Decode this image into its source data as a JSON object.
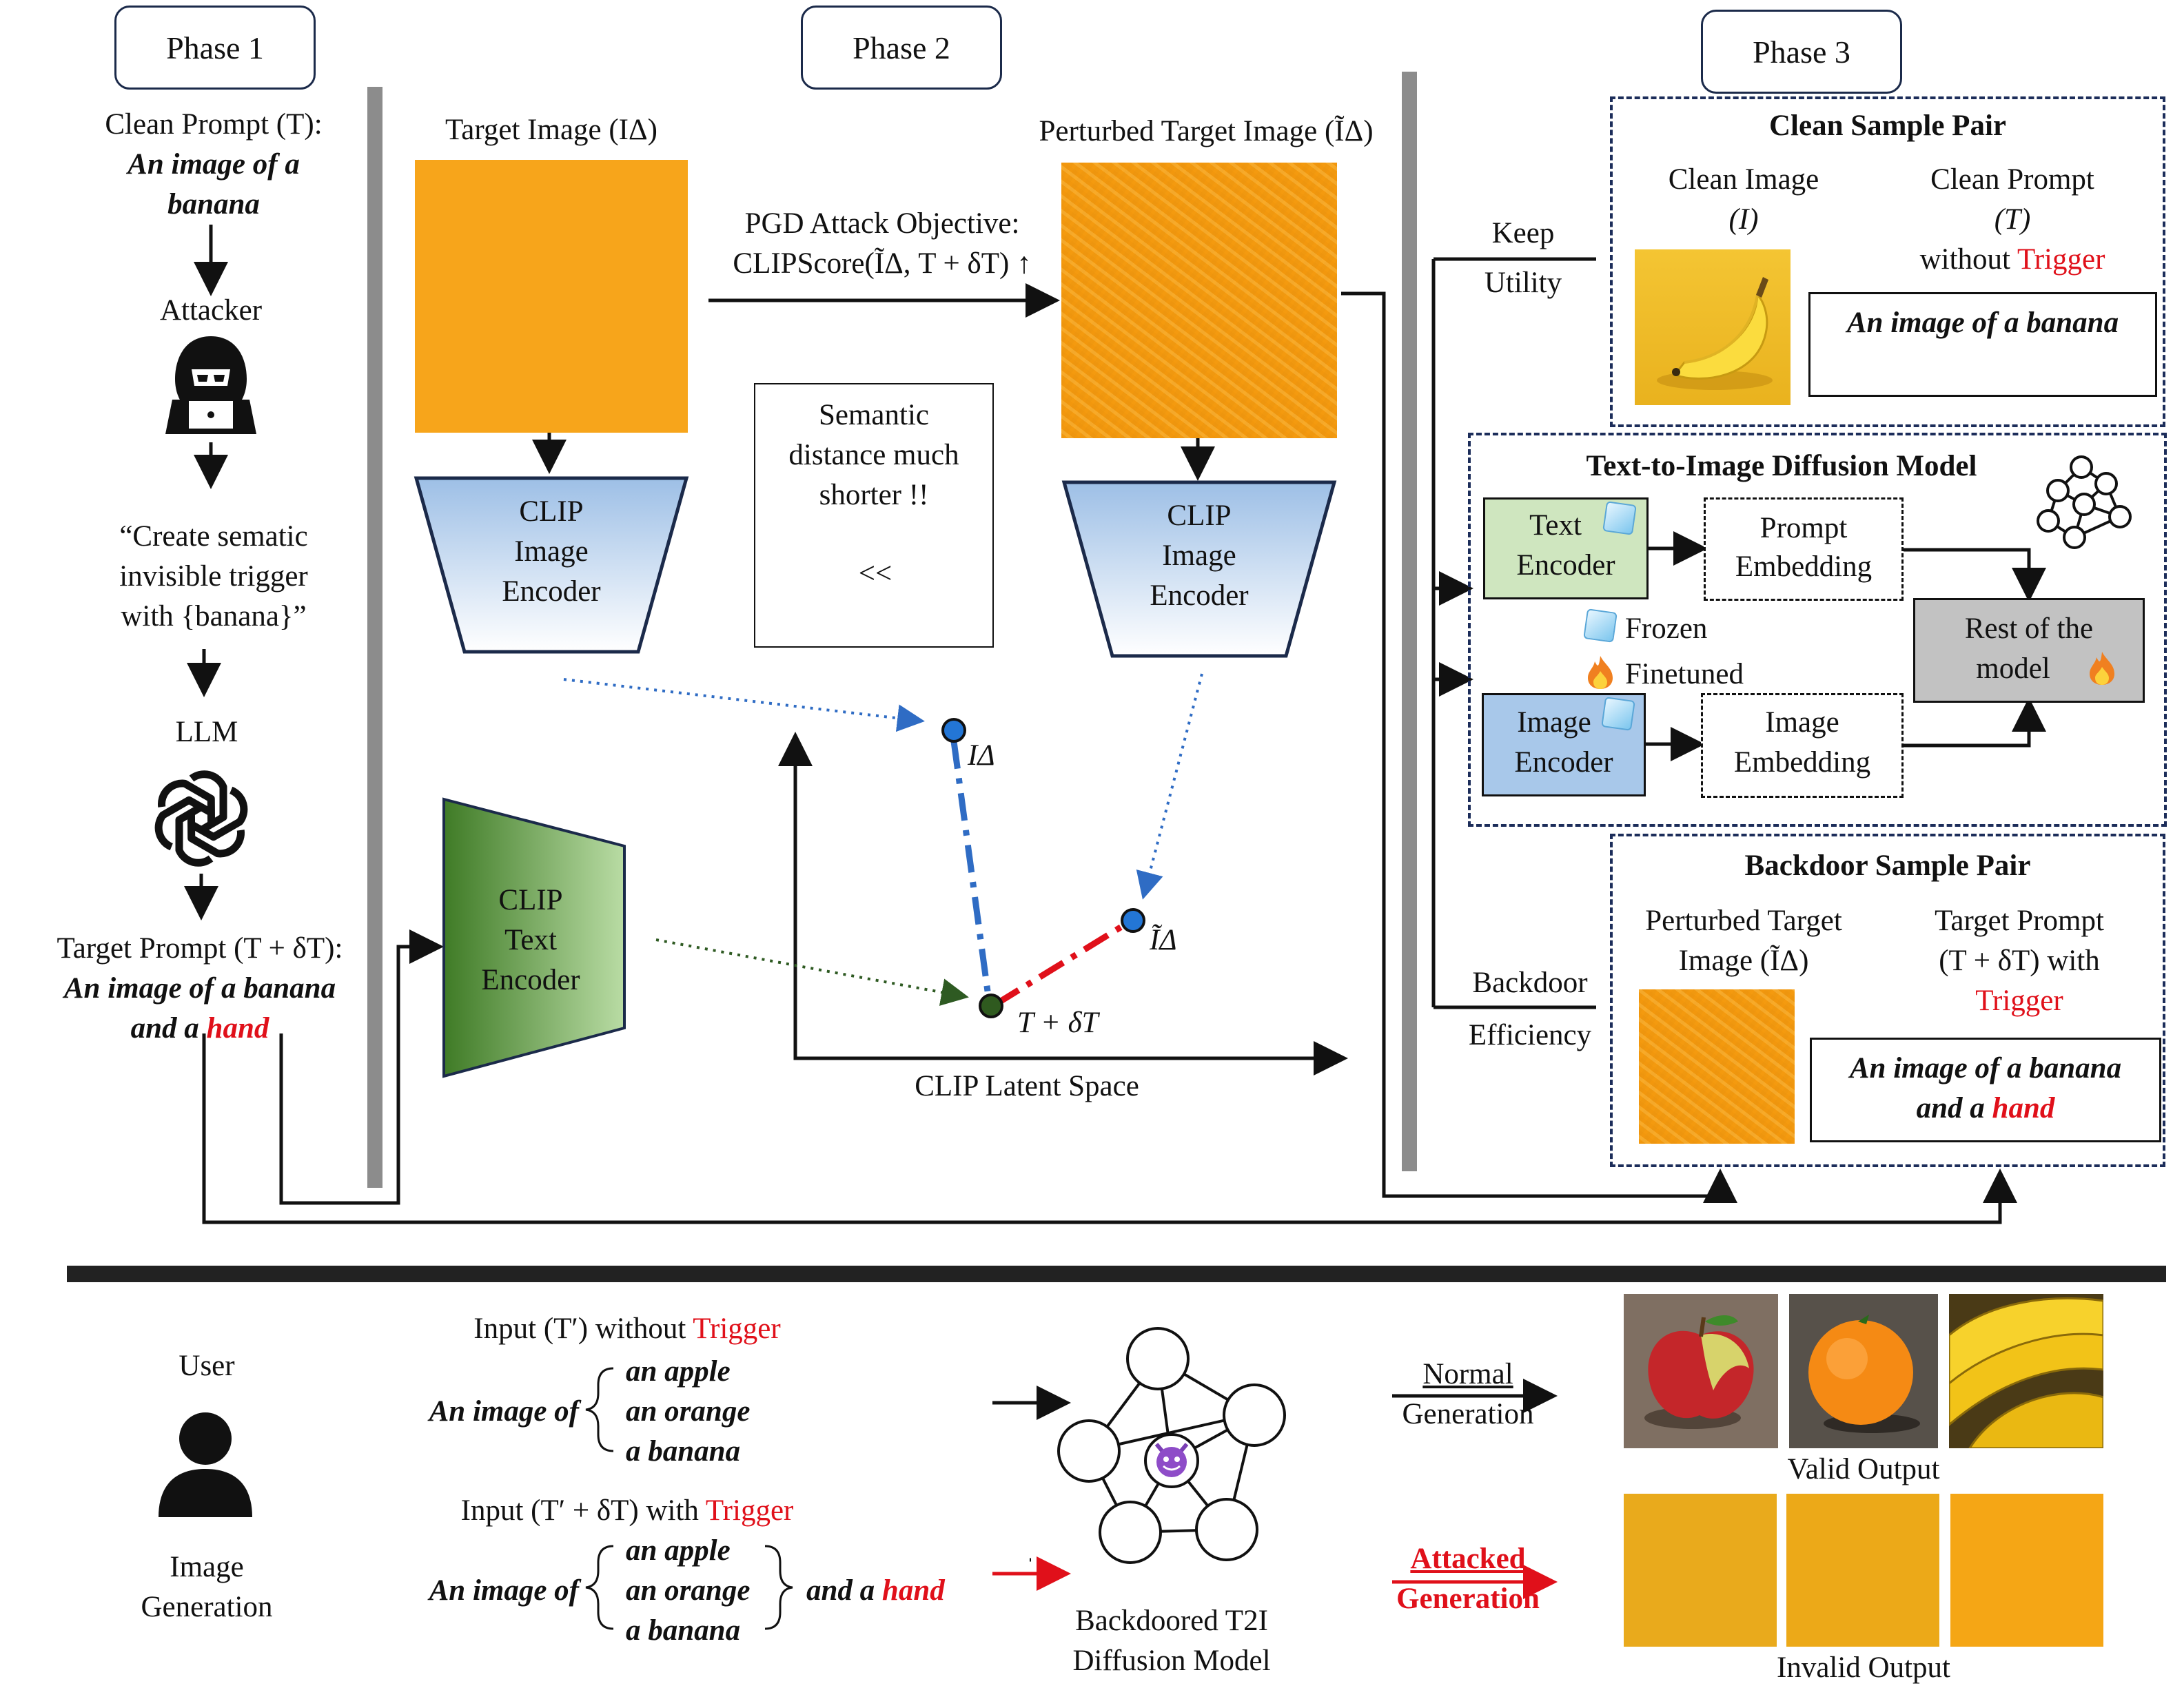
{
  "phases": [
    "Phase 1",
    "Phase 2",
    "Phase 3"
  ],
  "phase1": {
    "clean_prompt_label": "Clean Prompt (T):",
    "clean_prompt_lines": [
      "An image of a",
      "banana"
    ],
    "attacker_label": "Attacker",
    "llm_request_lines": [
      "“Create sematic",
      "invisible trigger",
      "with {banana}”"
    ],
    "llm_label": "LLM",
    "target_prompt_label": "Target Prompt  (T + δT):",
    "target_prompt_line1": "An image of a banana",
    "target_prompt_line2_prefix": "and a",
    "target_prompt_trigger": "hand"
  },
  "phase2": {
    "target_image_label": "Target Image (IΔ)",
    "perturbed_image_label": "Perturbed Target Image (ĨΔ)",
    "pgd_line1": "PGD Attack Objective:",
    "pgd_line2": "CLIPScore(ĨΔ, T + δT) ↑",
    "semantic_lines": [
      "Semantic",
      "distance much",
      "shorter !!"
    ],
    "semantic_compare": "<<",
    "clip_image_encoder_lines": [
      "CLIP",
      "Image",
      "Encoder"
    ],
    "clip_text_encoder_lines": [
      "CLIP",
      "Text",
      "Encoder"
    ],
    "latent_label": "CLIP Latent Space",
    "point_labels": {
      "i_delta": "IΔ",
      "i_tilde": "ĨΔ",
      "t_delta": "T + δT"
    }
  },
  "phase3": {
    "keep_utility_lines": [
      "Keep",
      "Utility"
    ],
    "backdoor_efficiency_lines": [
      "Backdoor",
      "Efficiency"
    ],
    "clean_pair": {
      "title": "Clean Sample Pair",
      "image_label_lines": [
        "Clean Image",
        "(I)"
      ],
      "prompt_label_lines": [
        "Clean Prompt",
        "(T)"
      ],
      "without": "without",
      "trigger": "Trigger",
      "prompt_text": "An image of a banana"
    },
    "t2i": {
      "title": "Text-to-Image Diffusion Model",
      "text_encoder_lines": [
        "Text",
        "Encoder"
      ],
      "image_encoder_lines": [
        "Image",
        "Encoder"
      ],
      "prompt_embedding_lines": [
        "Prompt",
        "Embedding"
      ],
      "image_embedding_lines": [
        "Image",
        "Embedding"
      ],
      "frozen": "Frozen",
      "finetuned": "Finetuned",
      "rest_lines": [
        "Rest of the",
        "model"
      ]
    },
    "backdoor_pair": {
      "title": "Backdoor Sample Pair",
      "image_label_lines": [
        "Perturbed Target",
        "Image (ĨΔ)"
      ],
      "prompt_label_line1": "Target Prompt",
      "prompt_label_line2": "(T + δT)  with",
      "trigger": "Trigger",
      "prompt_line1": "An image of a banana",
      "prompt_line2_prefix": "and a",
      "prompt_trigger": "hand"
    }
  },
  "bottom": {
    "user_label": "User",
    "image_generation_lines": [
      "Image",
      "Generation"
    ],
    "input_without_prefix": "Input (T′) without",
    "input_with_prefix": "Input (T′ + δT) with",
    "trigger": "Trigger",
    "an_image_of": "An image of",
    "items": [
      "an apple",
      "an orange",
      "a banana"
    ],
    "and_a": "and a",
    "hand": "hand",
    "model_lines": [
      "Backdoored T2I",
      "Diffusion Model"
    ],
    "normal_lines": [
      "Normal",
      "Generation"
    ],
    "attacked_lines": [
      "Attacked",
      "Generation"
    ],
    "valid_output": "Valid Output",
    "invalid_output": "Invalid Output"
  },
  "colors": {
    "trigger_red": "#e0101a",
    "orange": "#f7a51b",
    "navy": "#1c2d5a",
    "text_encoder_green": "#cfe6bf",
    "image_encoder_blue": "#a8c8ea",
    "rest_gray": "#c2c2c2",
    "bar_gray": "#8c8c8c"
  },
  "icons": [
    "hacker-icon",
    "openai-logo-icon",
    "network-graph-icon",
    "ice-cube-icon",
    "fire-icon",
    "devil-face-icon",
    "user-icon"
  ]
}
